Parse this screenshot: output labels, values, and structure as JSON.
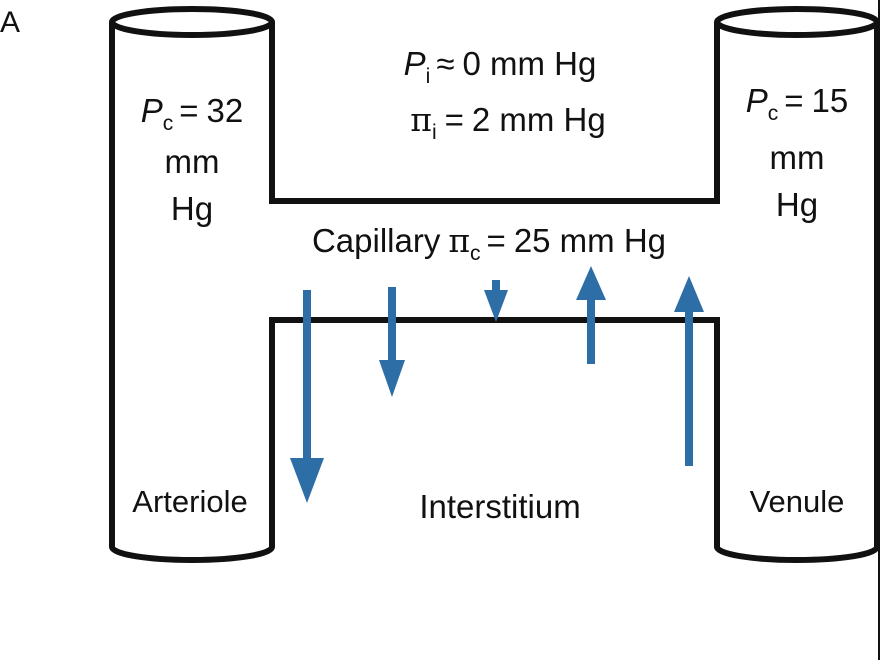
{
  "panel_label": "A",
  "interstitium_pressure": {
    "sym": "P",
    "sub": "i",
    "rel": "≈",
    "val": "0 mm Hg"
  },
  "interstitium_oncotic": {
    "sym": "π",
    "sub": "i",
    "rel": "=",
    "val": "2 mm Hg"
  },
  "arteriole_pressure": {
    "sym": "P",
    "sub": "c",
    "rel": "=",
    "val": "32",
    "line2": "mm",
    "line3": "Hg"
  },
  "venule_pressure": {
    "sym": "P",
    "sub": "c",
    "rel": "=",
    "val": "15",
    "line2": "mm",
    "line3": "Hg"
  },
  "capillary_oncotic": {
    "prefix": "Capillary",
    "sym": "π",
    "sub": "c",
    "rel": "=",
    "val": "25 mm Hg"
  },
  "labels": {
    "arteriole": "Arteriole",
    "interstitium": "Interstitium",
    "venule": "Venule"
  },
  "colors": {
    "outline": "#111111",
    "arrow": "#2e6ea6",
    "background": "#ffffff"
  },
  "flow_arrows": [
    "outward-large",
    "outward-medium",
    "outward-small",
    "inward-medium",
    "inward-large"
  ]
}
